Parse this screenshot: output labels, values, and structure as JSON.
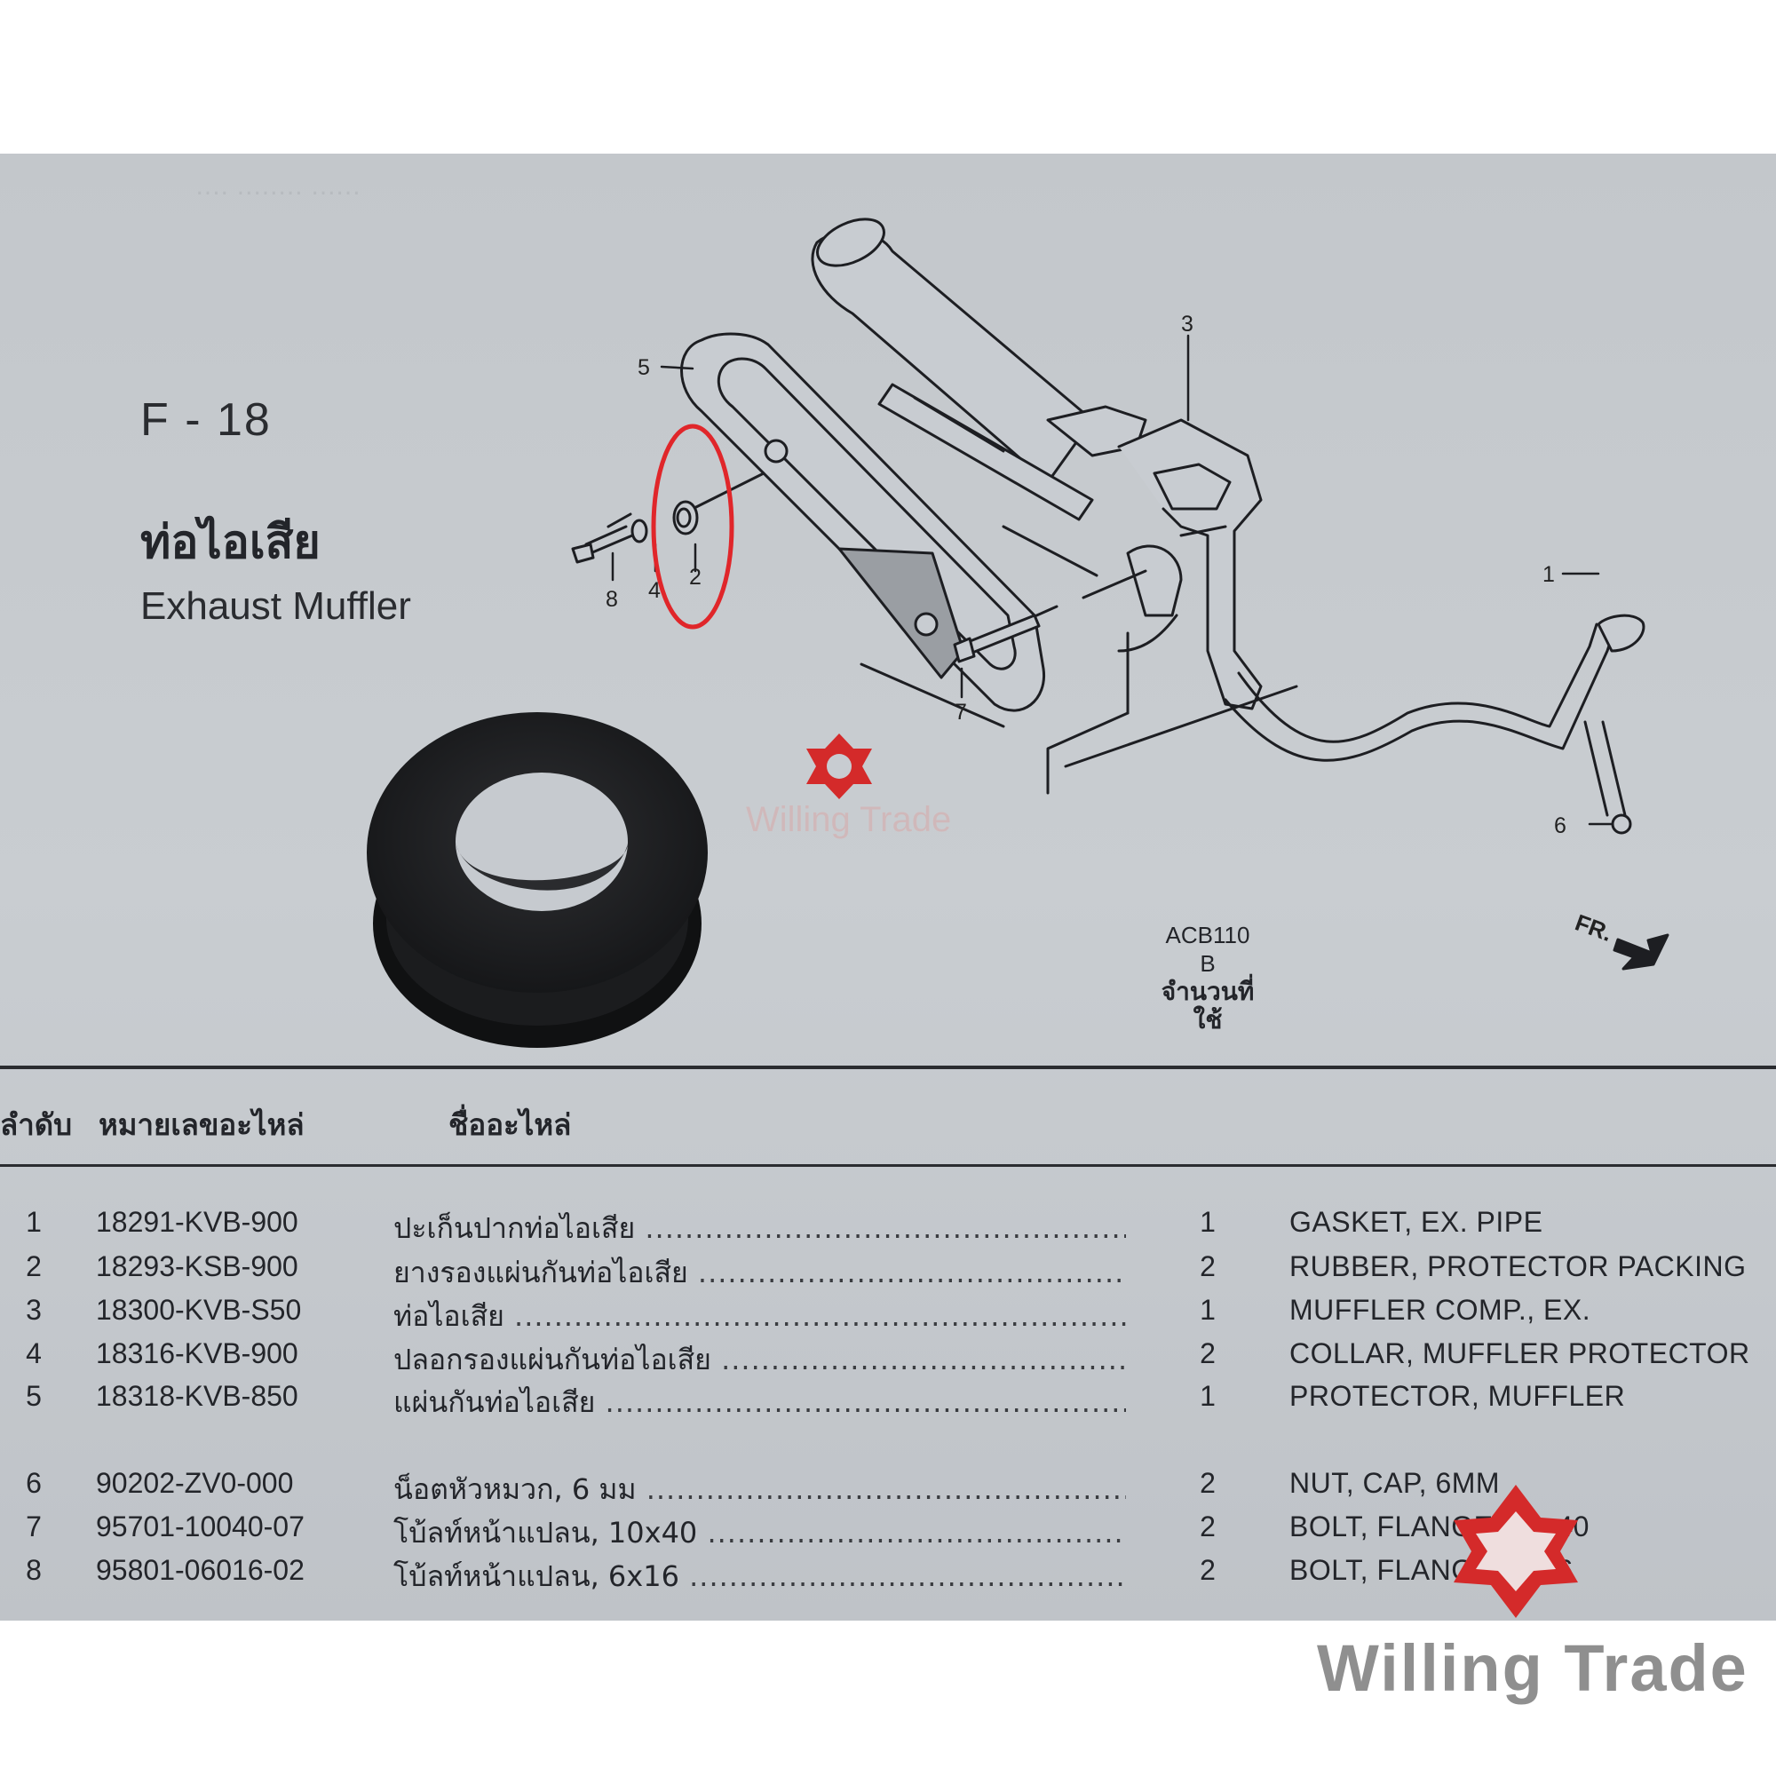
{
  "diagram": {
    "code": "F - 18",
    "title_th": "ท่อไอเสีย",
    "title_en": "Exhaust Muffler",
    "callouts": [
      "1",
      "2",
      "3",
      "4",
      "5",
      "6",
      "7",
      "8"
    ],
    "direction_label": "FR.",
    "highlight_color": "#e0262a",
    "faint_watermark": "Willing Trade"
  },
  "table": {
    "headers": {
      "no": "ลำดับ",
      "part_no": "หมายเลขอะไหล่",
      "name_th": "ชื่ออะไหล่",
      "model": "ACB110",
      "model_type": "B",
      "qty": "จำนวนที่ใช้"
    },
    "rows": [
      {
        "no": "1",
        "part_no": "18291-KVB-900",
        "name_th": "ปะเก็นปากท่อไอเสีย",
        "qty": "1",
        "name_en": "GASKET, EX. PIPE"
      },
      {
        "no": "2",
        "part_no": "18293-KSB-900",
        "name_th": "ยางรองแผ่นกันท่อไอเสีย",
        "qty": "2",
        "name_en": "RUBBER, PROTECTOR PACKING"
      },
      {
        "no": "3",
        "part_no": "18300-KVB-S50",
        "name_th": "ท่อไอเสีย",
        "qty": "1",
        "name_en": "MUFFLER COMP., EX."
      },
      {
        "no": "4",
        "part_no": "18316-KVB-900",
        "name_th": "ปลอกรองแผ่นกันท่อไอเสีย",
        "qty": "2",
        "name_en": "COLLAR, MUFFLER PROTECTOR"
      },
      {
        "no": "5",
        "part_no": "18318-KVB-850",
        "name_th": "แผ่นกันท่อไอเสีย",
        "qty": "1",
        "name_en": "PROTECTOR, MUFFLER"
      },
      {
        "no": "6",
        "part_no": "90202-ZV0-000",
        "name_th": "น็อตหัวหมวก, 6 มม",
        "qty": "2",
        "name_en": "NUT, CAP, 6MM"
      },
      {
        "no": "7",
        "part_no": "95701-10040-07",
        "name_th": "โบ้ลท์หน้าแปลน, 10x40",
        "qty": "2",
        "name_en": "BOLT, FLANGE, 10x40"
      },
      {
        "no": "8",
        "part_no": "95801-06016-02",
        "name_th": "โบ้ลท์หน้าแปลน, 6x16",
        "qty": "2",
        "name_en": "BOLT, FLANGE, 6x16"
      }
    ]
  },
  "brand": {
    "name": "Willing Trade",
    "logo_color": "#d42a2a",
    "text_color": "#8f8f8f"
  }
}
